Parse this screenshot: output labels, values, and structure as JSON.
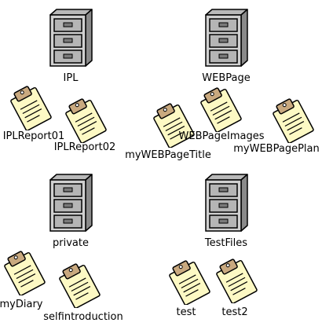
{
  "cabinets": [
    {
      "label": "IPL"
    },
    {
      "label": "WEBPage"
    },
    {
      "label": "private"
    },
    {
      "label": "TestFiles"
    }
  ],
  "documents": [
    {
      "label": "IPLReport01"
    },
    {
      "label": "IPLReport02"
    },
    {
      "label": "myWEBPageTitle"
    },
    {
      "label": "WEBPageImages"
    },
    {
      "label": "myWEBPagePlan"
    },
    {
      "label": "myDiary"
    },
    {
      "label": "selfintroduction"
    },
    {
      "label": "test"
    },
    {
      "label": "test2"
    }
  ],
  "icons": {
    "cabinet": "file-cabinet-icon",
    "document": "clipboard-document-icon"
  },
  "colors": {
    "cabinet_front": "#d0d0d0",
    "cabinet_side": "#8a8a8a",
    "clipboard_board": "#fdf9c4",
    "clipboard_clip": "#c9a97f"
  }
}
